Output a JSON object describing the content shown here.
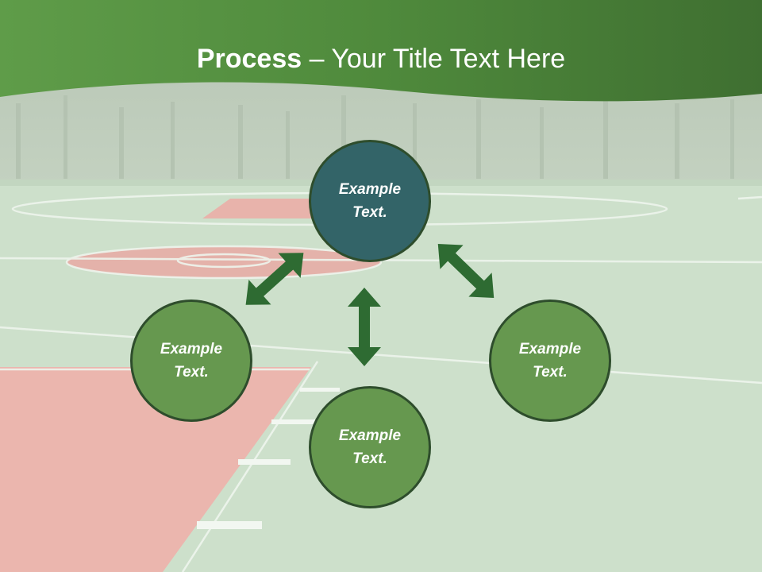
{
  "title": {
    "bold": "Process",
    "rest": " – Your Title Text Here"
  },
  "colors": {
    "header_green": "#4e8a3e",
    "court_green": "#c9ddc8",
    "court_red": "#eab3ac",
    "center_node_fill": "#336468",
    "node_fill": "#66984f",
    "node_border": "#2e4d2c",
    "arrow": "#2e6b32"
  },
  "nodes": [
    {
      "id": "top",
      "line1": "Example",
      "line2": "Text."
    },
    {
      "id": "left",
      "line1": "Example",
      "line2": "Text."
    },
    {
      "id": "bottom",
      "line1": "Example",
      "line2": "Text."
    },
    {
      "id": "right",
      "line1": "Example",
      "line2": "Text."
    }
  ]
}
